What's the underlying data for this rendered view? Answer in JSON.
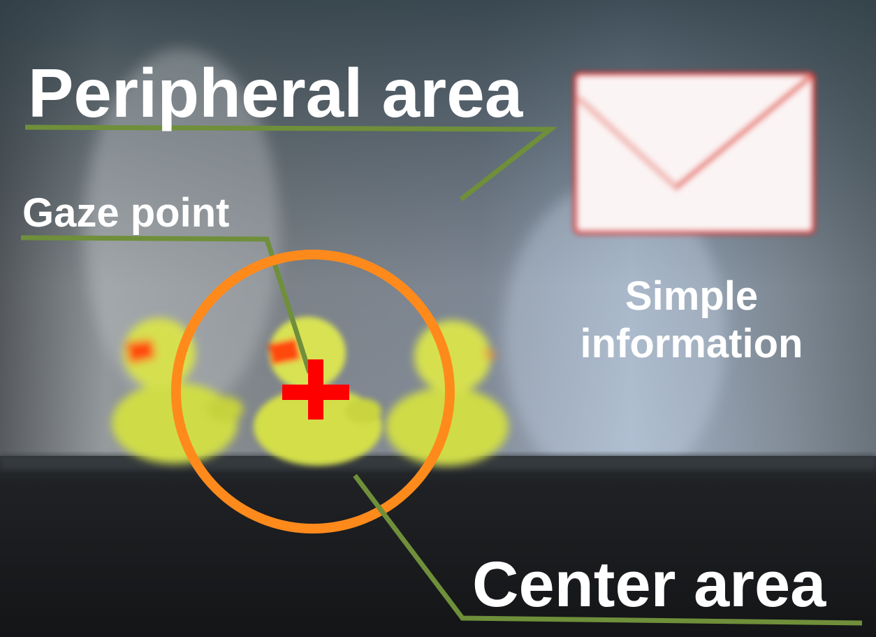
{
  "labels": {
    "peripheral_area": "Peripheral area",
    "gaze_point": "Gaze point",
    "center_area": "Center area",
    "simple_information_line1": "Simple",
    "simple_information_line2": "information"
  },
  "icons": {
    "mail": "envelope-icon",
    "gaze_marker": "crosshair-plus-icon"
  },
  "colors": {
    "leader_line": "#6f8f3a",
    "center_circle": "#ff8a1c",
    "gaze_marker": "#ff0000",
    "text": "#ffffff",
    "envelope_edge": "#e0302a",
    "duck_body": "#d7e04a",
    "duck_beak": "#ff4a10"
  }
}
